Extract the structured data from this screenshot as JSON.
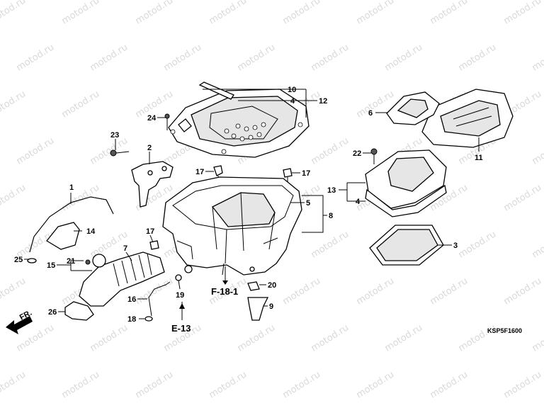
{
  "watermark": "motod.ru",
  "diagram_code": "KSP5F1600",
  "front_marker": "FR.",
  "callouts": [
    {
      "id": "c1",
      "text": "1"
    },
    {
      "id": "c2",
      "text": "2"
    },
    {
      "id": "c3",
      "text": "3"
    },
    {
      "id": "c4a",
      "text": "4"
    },
    {
      "id": "c4b",
      "text": "4"
    },
    {
      "id": "c5",
      "text": "5"
    },
    {
      "id": "c6",
      "text": "6"
    },
    {
      "id": "c7",
      "text": "7"
    },
    {
      "id": "c8",
      "text": "8"
    },
    {
      "id": "c9",
      "text": "9"
    },
    {
      "id": "c10",
      "text": "10"
    },
    {
      "id": "c11",
      "text": "11"
    },
    {
      "id": "c12",
      "text": "12"
    },
    {
      "id": "c13",
      "text": "13"
    },
    {
      "id": "c14",
      "text": "14"
    },
    {
      "id": "c15",
      "text": "15"
    },
    {
      "id": "c16",
      "text": "16"
    },
    {
      "id": "c17a",
      "text": "17"
    },
    {
      "id": "c17b",
      "text": "17"
    },
    {
      "id": "c17c",
      "text": "17"
    },
    {
      "id": "c18",
      "text": "18"
    },
    {
      "id": "c19",
      "text": "19"
    },
    {
      "id": "c20",
      "text": "20"
    },
    {
      "id": "c21",
      "text": "21"
    },
    {
      "id": "c22",
      "text": "22"
    },
    {
      "id": "c23",
      "text": "23"
    },
    {
      "id": "c24",
      "text": "24"
    },
    {
      "id": "c25",
      "text": "25"
    },
    {
      "id": "c26",
      "text": "26"
    }
  ],
  "references": [
    {
      "id": "r1",
      "text": "F-18-1"
    },
    {
      "id": "r2",
      "text": "E-13"
    }
  ]
}
